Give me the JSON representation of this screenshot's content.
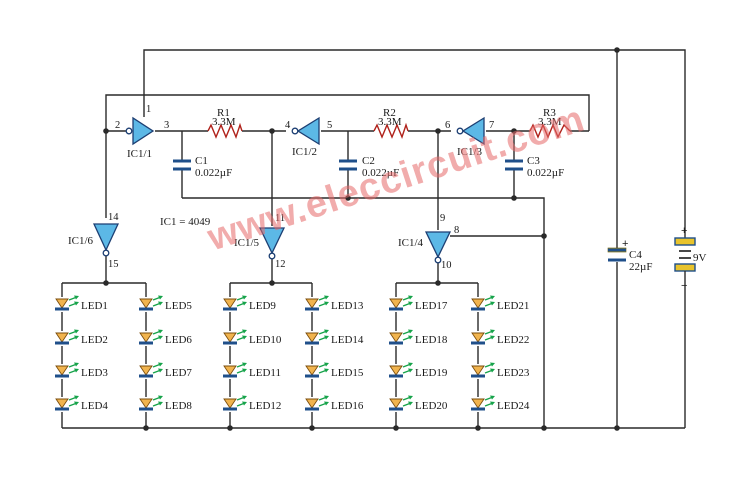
{
  "watermark": "www.eleccircuit.com",
  "ic_note": "IC1 = 4049",
  "colors": {
    "wire": "#2a2a2a",
    "gate": "#5cb8e6",
    "resistor": "#b0221b",
    "led": "#f1b44e",
    "led_arrow": "#16a34a",
    "watermark": "#e66a6a"
  },
  "gates": [
    {
      "name": "IC1/1",
      "pins": [
        "2",
        "3"
      ],
      "supply_pin": "1"
    },
    {
      "name": "IC1/2",
      "pins": [
        "4",
        "5"
      ]
    },
    {
      "name": "IC1/3",
      "pins": [
        "6",
        "7"
      ]
    },
    {
      "name": "IC1/4",
      "pins": [
        "9",
        "10"
      ],
      "supply_pin": "8"
    },
    {
      "name": "IC1/5",
      "pins": [
        "11",
        "12"
      ]
    },
    {
      "name": "IC1/6",
      "pins": [
        "14",
        "15"
      ]
    }
  ],
  "resistors": [
    {
      "name": "R1",
      "value": "3.3M"
    },
    {
      "name": "R2",
      "value": "3.3M"
    },
    {
      "name": "R3",
      "value": "3.3M"
    }
  ],
  "capacitors": [
    {
      "name": "C1",
      "value": "0.022µF"
    },
    {
      "name": "C2",
      "value": "0.022µF"
    },
    {
      "name": "C3",
      "value": "0.022µF"
    },
    {
      "name": "C4",
      "value": "22µF"
    }
  ],
  "battery": {
    "voltage": "9V",
    "plus": "+",
    "minus": "−"
  },
  "led_columns": [
    [
      "LED1",
      "LED2",
      "LED3",
      "LED4"
    ],
    [
      "LED5",
      "LED6",
      "LED7",
      "LED8"
    ],
    [
      "LED9",
      "LED10",
      "LED11",
      "LED12"
    ],
    [
      "LED13",
      "LED14",
      "LED15",
      "LED16"
    ],
    [
      "LED17",
      "LED18",
      "LED19",
      "LED20"
    ],
    [
      "LED21",
      "LED22",
      "LED23",
      "LED24"
    ]
  ]
}
